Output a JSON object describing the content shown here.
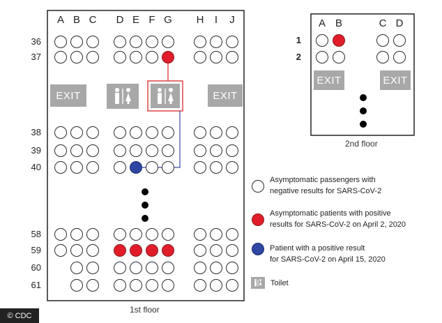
{
  "first_floor": {
    "label": "1st floor",
    "columns": [
      "A",
      "B",
      "C",
      "D",
      "E",
      "F",
      "G",
      "H",
      "I",
      "J"
    ],
    "rows": [
      "36",
      "37",
      "38",
      "39",
      "40",
      "58",
      "59",
      "60",
      "61"
    ],
    "exit_left": "EXIT",
    "exit_right": "EXIT"
  },
  "second_floor": {
    "label": "2nd floor",
    "columns": [
      "A",
      "B",
      "C",
      "D"
    ],
    "rows": [
      "1",
      "2"
    ],
    "exit_left": "EXIT",
    "exit_right": "EXIT"
  },
  "legend": {
    "negative": "Asymptomatic passengers with negative results for SARS-CoV-2",
    "negative_lines": [
      "Asymptomatic passengers with",
      "negative results for SARS-CoV-2"
    ],
    "positive_april2": "Asymptomatic patients with positive results for SARS-CoV-2 on April 2, 2020",
    "positive_april2_lines": [
      "Asymptomatic patients with positive",
      "results for SARS-CoV-2 on April 2, 2020"
    ],
    "positive_april15": "Patient with a positive result for SARS-CoV-2 on April 15, 2020",
    "positive_april15_lines": [
      "Patient with a positive result",
      "for SARS-CoV-2 on April 15, 2020"
    ],
    "toilet": "Toilet"
  },
  "colors": {
    "negative": "#ffffff",
    "positive_april2": "#e11d2a",
    "positive_april15": "#2f46a3",
    "exit_fill": "#a8a8a8",
    "link_line": "#d44"
  },
  "credit": "© CDC"
}
